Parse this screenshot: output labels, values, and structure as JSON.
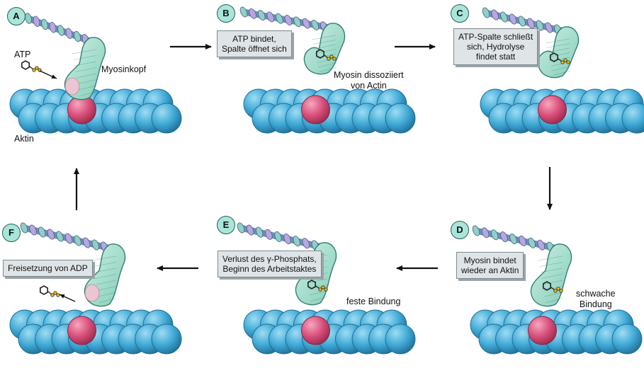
{
  "panels": [
    {
      "letter": "A"
    },
    {
      "letter": "B",
      "box_lines": [
        "ATP bindet,",
        "Spalte öffnet sich"
      ],
      "note_lines": [
        "Myosin dissoziiert",
        "von Actin"
      ]
    },
    {
      "letter": "C",
      "box_lines": [
        "ATP-Spalte schließt",
        "sich, Hydrolyse",
        "findet statt"
      ]
    },
    {
      "letter": "D",
      "box_lines": [
        "Myosin bindet",
        "wieder an Aktin"
      ],
      "note_lines": [
        "schwache",
        "Bindung"
      ]
    },
    {
      "letter": "E",
      "box_lines": [
        "Verlust des γ-Phosphats,",
        "Beginn des Arbeitstaktes"
      ],
      "note_lines": [
        "feste Bindung"
      ]
    },
    {
      "letter": "F",
      "box_lines": [
        "Freisetzung von ADP"
      ]
    }
  ],
  "labels": {
    "atp": "ATP",
    "myosin_head": "Myosinkopf",
    "actin": "Aktin"
  },
  "colors": {
    "actin": "#3fa9d6",
    "actin_dark": "#1f6f96",
    "actin_highlight": "#d94f7a",
    "myosin": "#a9e3d2",
    "myosin_line": "#2f7f72",
    "badge": "#a8e6da",
    "box": "#dfe4e6",
    "phosphate": "#f2c200",
    "atp_ring": "#222222"
  }
}
